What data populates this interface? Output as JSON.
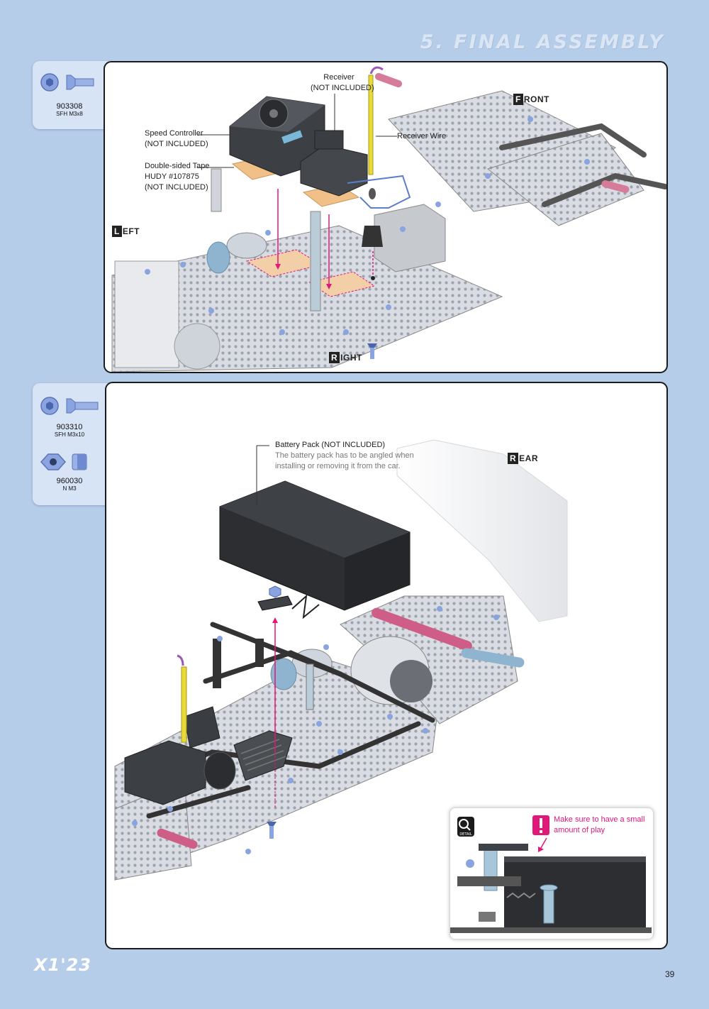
{
  "header": {
    "section_title": "5. FINAL ASSEMBLY"
  },
  "step1": {
    "parts": [
      {
        "code": "903308",
        "desc": "SFH M3x8"
      }
    ],
    "labels": {
      "receiver": "Receiver",
      "receiver_note": "(NOT INCLUDED)",
      "receiver_wire": "Receiver Wire",
      "speed_controller": "Speed Controller",
      "speed_controller_note": "(NOT INCLUDED)",
      "tape": "Double-sided Tape",
      "tape_part": "HUDY #107875",
      "tape_note": "(NOT INCLUDED)"
    },
    "directions": {
      "front_cap": "F",
      "front_rest": "RONT",
      "left_cap": "L",
      "left_rest": "EFT",
      "right_cap": "R",
      "right_rest": "IGHT"
    }
  },
  "step2": {
    "parts": [
      {
        "code": "903310",
        "desc": "SFH M3x10"
      },
      {
        "code": "960030",
        "desc": "N M3"
      }
    ],
    "labels": {
      "battery": "Battery Pack (NOT INCLUDED)",
      "battery_note_1": "The battery pack has to be angled when",
      "battery_note_2": "installing or removing it from the car."
    },
    "directions": {
      "rear_cap": "R",
      "rear_rest": "EAR"
    },
    "detail": {
      "badge": "DETAIL",
      "warning_1": "Make sure to have a small",
      "warning_2": "amount of play"
    }
  },
  "footer": {
    "logo": "X1'23",
    "page_number": "39"
  },
  "colors": {
    "background": "#b6cdea",
    "accent": "#e0187a",
    "part_blue": "#8aa4e0"
  }
}
